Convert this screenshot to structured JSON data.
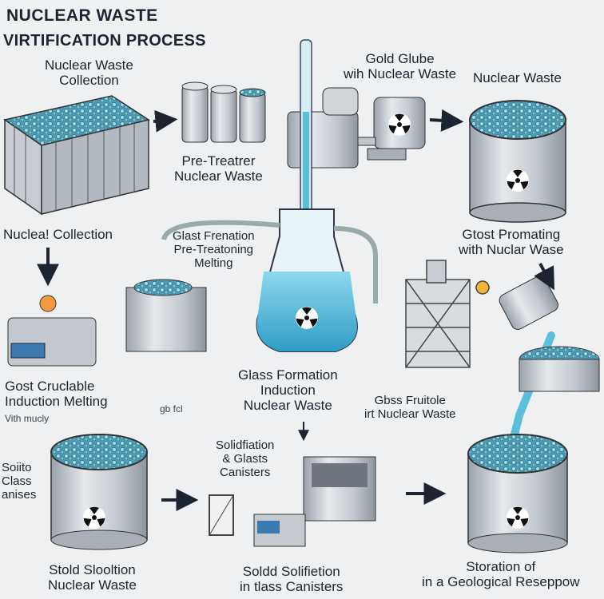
{
  "title": {
    "line1": "NUCLEAR WASTE",
    "line2": "VIRTIFICATION PROCESS"
  },
  "labels": {
    "collection": [
      "Nuclear Waste",
      "Collection"
    ],
    "pretreatment": [
      "Pre-Treatrer",
      "Nuclear Waste"
    ],
    "glovebox": [
      "Gold Glube",
      "wih Nuclear Waste"
    ],
    "waste_top_right": "Nuclear Waste",
    "nucleal_collection": "Nuclea! Collection",
    "glass_formation_top": [
      "Glast Frenation",
      "Pre-Treatoning",
      "Melting"
    ],
    "ghost_promating": [
      "Gtost Promating",
      "with Nuclar Wase"
    ],
    "crucible": [
      "Gost Cruclable",
      "Induction Melting"
    ],
    "with_mucly": "Vith mucly",
    "glass_formation_center": [
      "Glass Formation",
      "Induction",
      "Nuclear Waste"
    ],
    "glass_fruitole": [
      "Gbss Fruitole",
      "irt Nuclear Waste"
    ],
    "solidification_canisters": [
      "Solidfiation",
      "& Glasts",
      "Canisters"
    ],
    "glass_left": [
      "Soiito",
      "Class",
      "anises"
    ],
    "stold_solution": [
      "Stold Slooltion",
      "Nuclear Waste"
    ],
    "solid_solification": [
      "Soldd Solifietion",
      "in tlass Canisters"
    ],
    "storation": [
      "Storation of",
      "in a Geological Reseppow"
    ],
    "small_tag": "gb fcl"
  },
  "icons": [
    "radiation-symbol",
    "flow-arrow",
    "canister",
    "flask",
    "crucible",
    "furnace"
  ],
  "colors": {
    "glass": "#5bbfdc",
    "steel": "#c9ced4",
    "ink": "#1b2430",
    "bg": "#eef0f2"
  }
}
